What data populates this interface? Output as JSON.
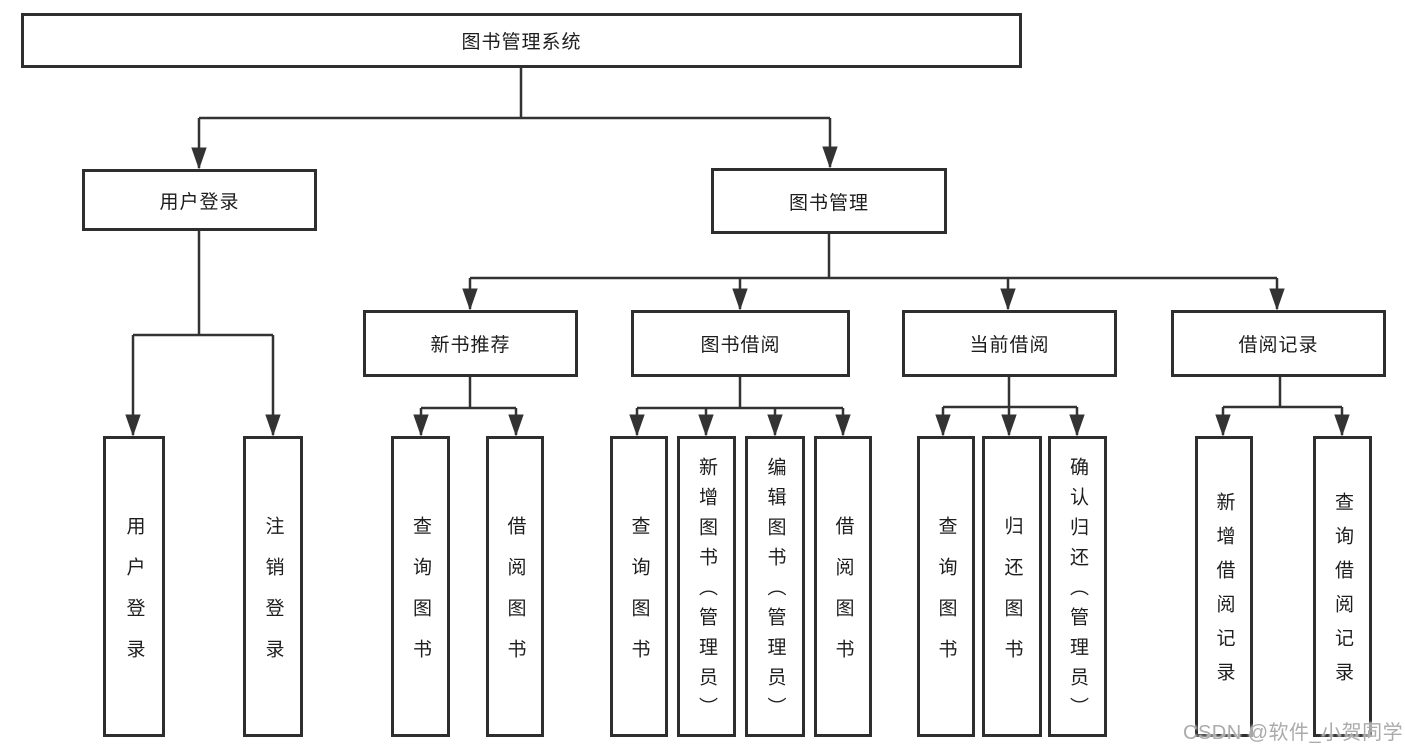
{
  "diagram": {
    "title_node": "图书管理系统",
    "root": {
      "label": "图书管理系统"
    },
    "user_branch": {
      "label": "用户登录",
      "children": [
        {
          "label": "用户登录"
        },
        {
          "label": "注销登录"
        }
      ]
    },
    "book_branch": {
      "label": "图书管理",
      "sections": [
        {
          "label": "新书推荐",
          "children": [
            {
              "label": "查询图书"
            },
            {
              "label": "借阅图书"
            }
          ]
        },
        {
          "label": "图书借阅",
          "children": [
            {
              "label": "查询图书"
            },
            {
              "label": "新增图书（管理员）"
            },
            {
              "label": "编辑图书（管理员）"
            },
            {
              "label": "借阅图书"
            }
          ]
        },
        {
          "label": "当前借阅",
          "children": [
            {
              "label": "查询图书"
            },
            {
              "label": "归还图书"
            },
            {
              "label": "确认归还（管理员）"
            }
          ]
        },
        {
          "label": "借阅记录",
          "children": [
            {
              "label": "新增借阅记录"
            },
            {
              "label": "查询借阅记录"
            }
          ]
        }
      ]
    }
  },
  "watermark": {
    "text": "CSDN @软件_小贺同学"
  },
  "colors": {
    "line": "#333333",
    "box_border": "#2e2e2e",
    "text": "#1d1d1d",
    "watermark": "#ababab",
    "background": "#ffffff"
  }
}
